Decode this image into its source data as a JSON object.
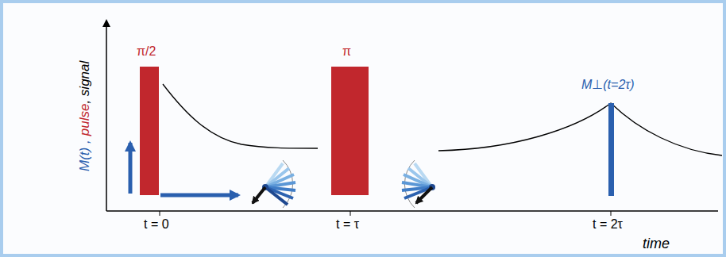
{
  "diagram": {
    "labels": [
      "π/2",
      "π",
      "M⊥(t=2τ)",
      "t = 0",
      "t = τ",
      "t = 2τ",
      "time",
      "M(t) ,",
      "pulse",
      ", signal"
    ]
  }
}
